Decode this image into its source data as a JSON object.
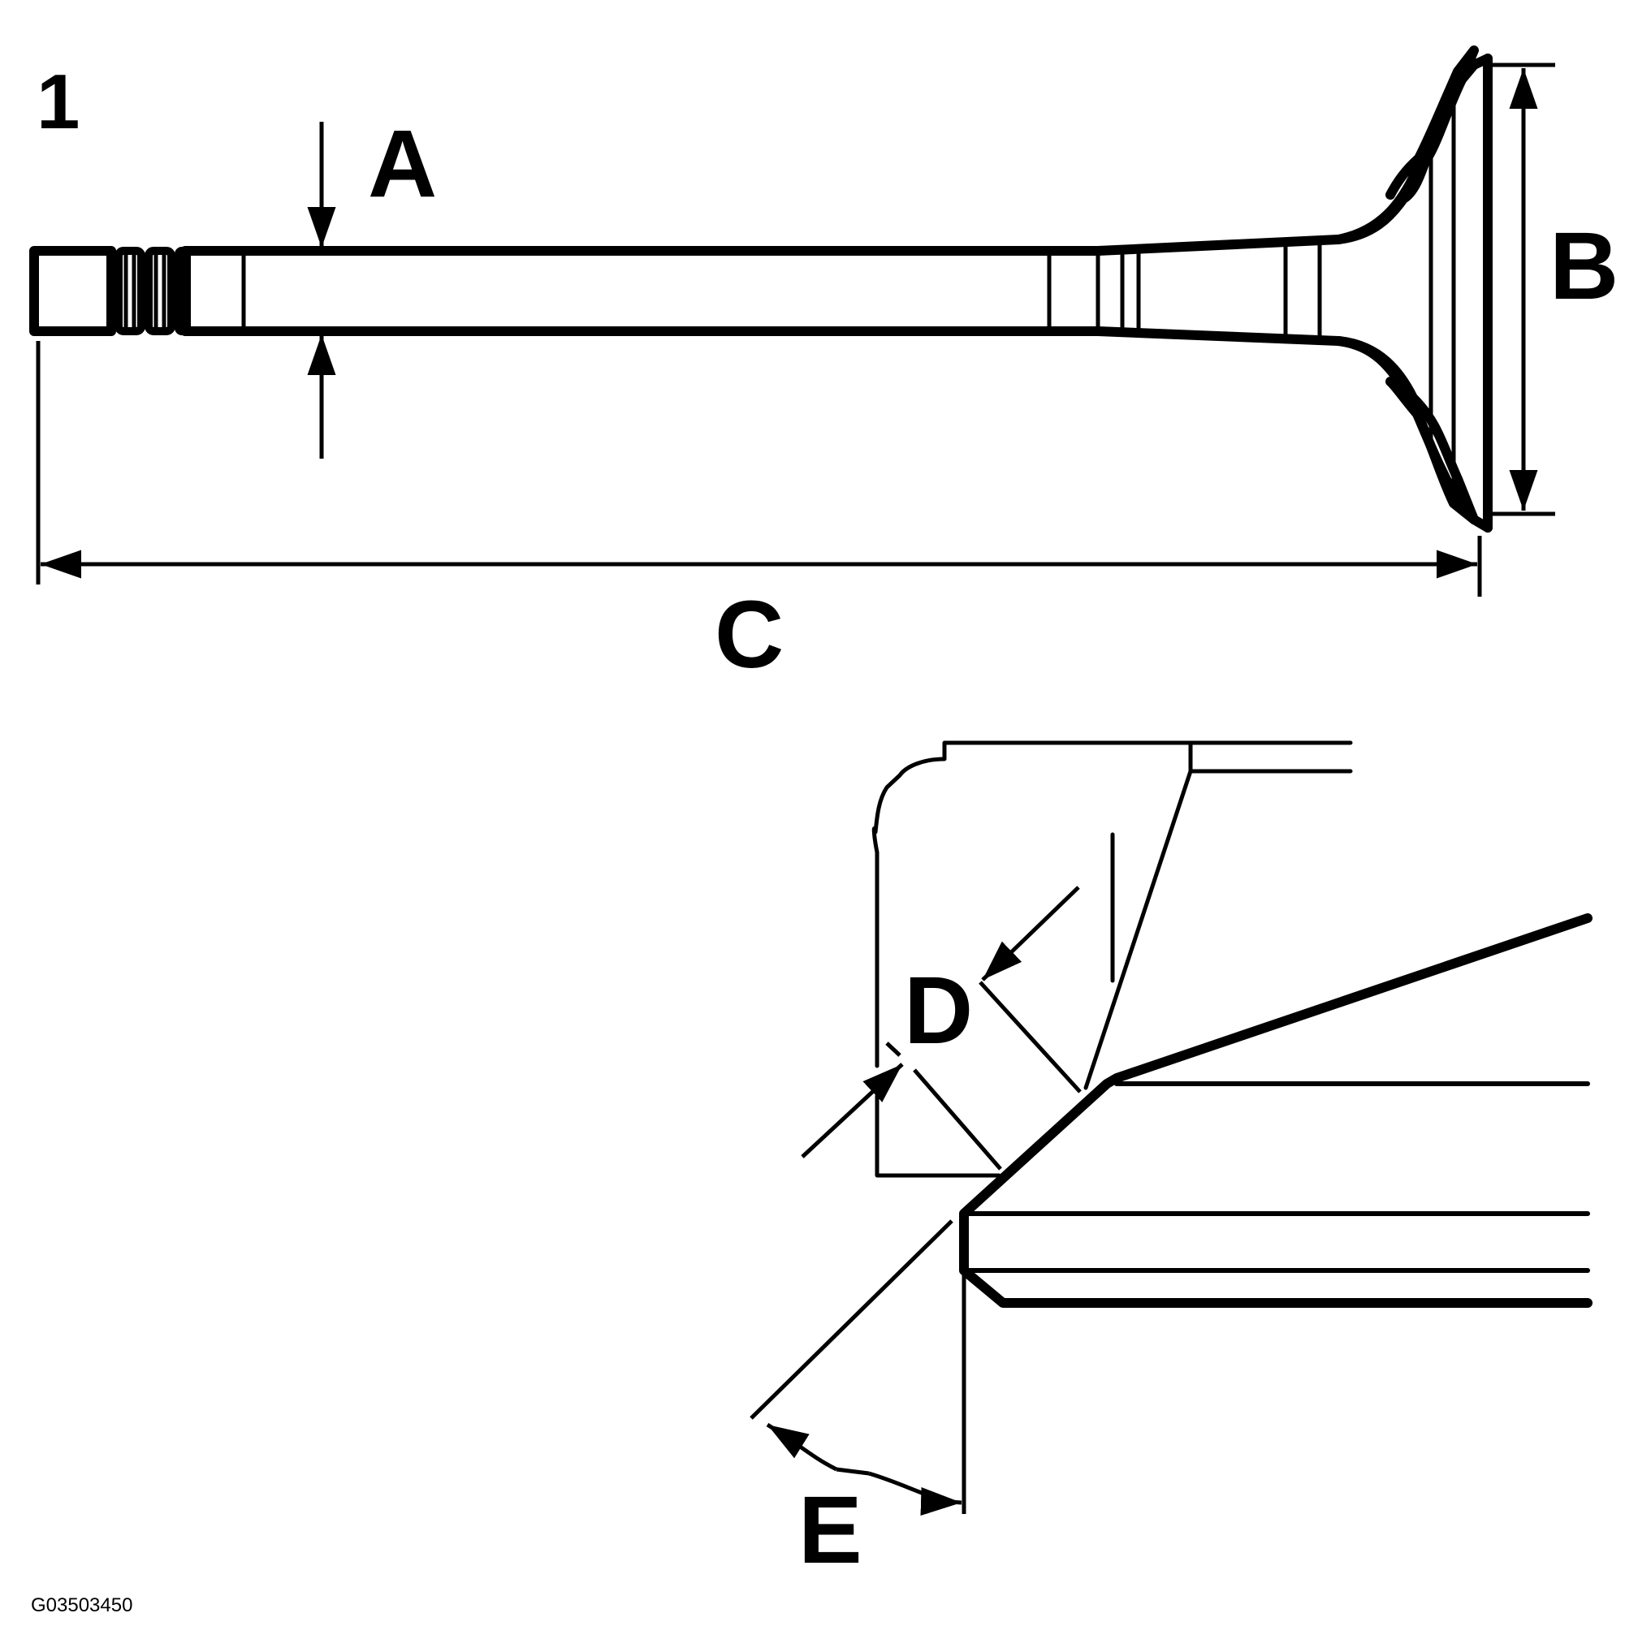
{
  "figure_number": "1",
  "labels": {
    "a": "A",
    "b": "B",
    "c": "C",
    "d": "D",
    "e": "E"
  },
  "image_code": "G03503450"
}
